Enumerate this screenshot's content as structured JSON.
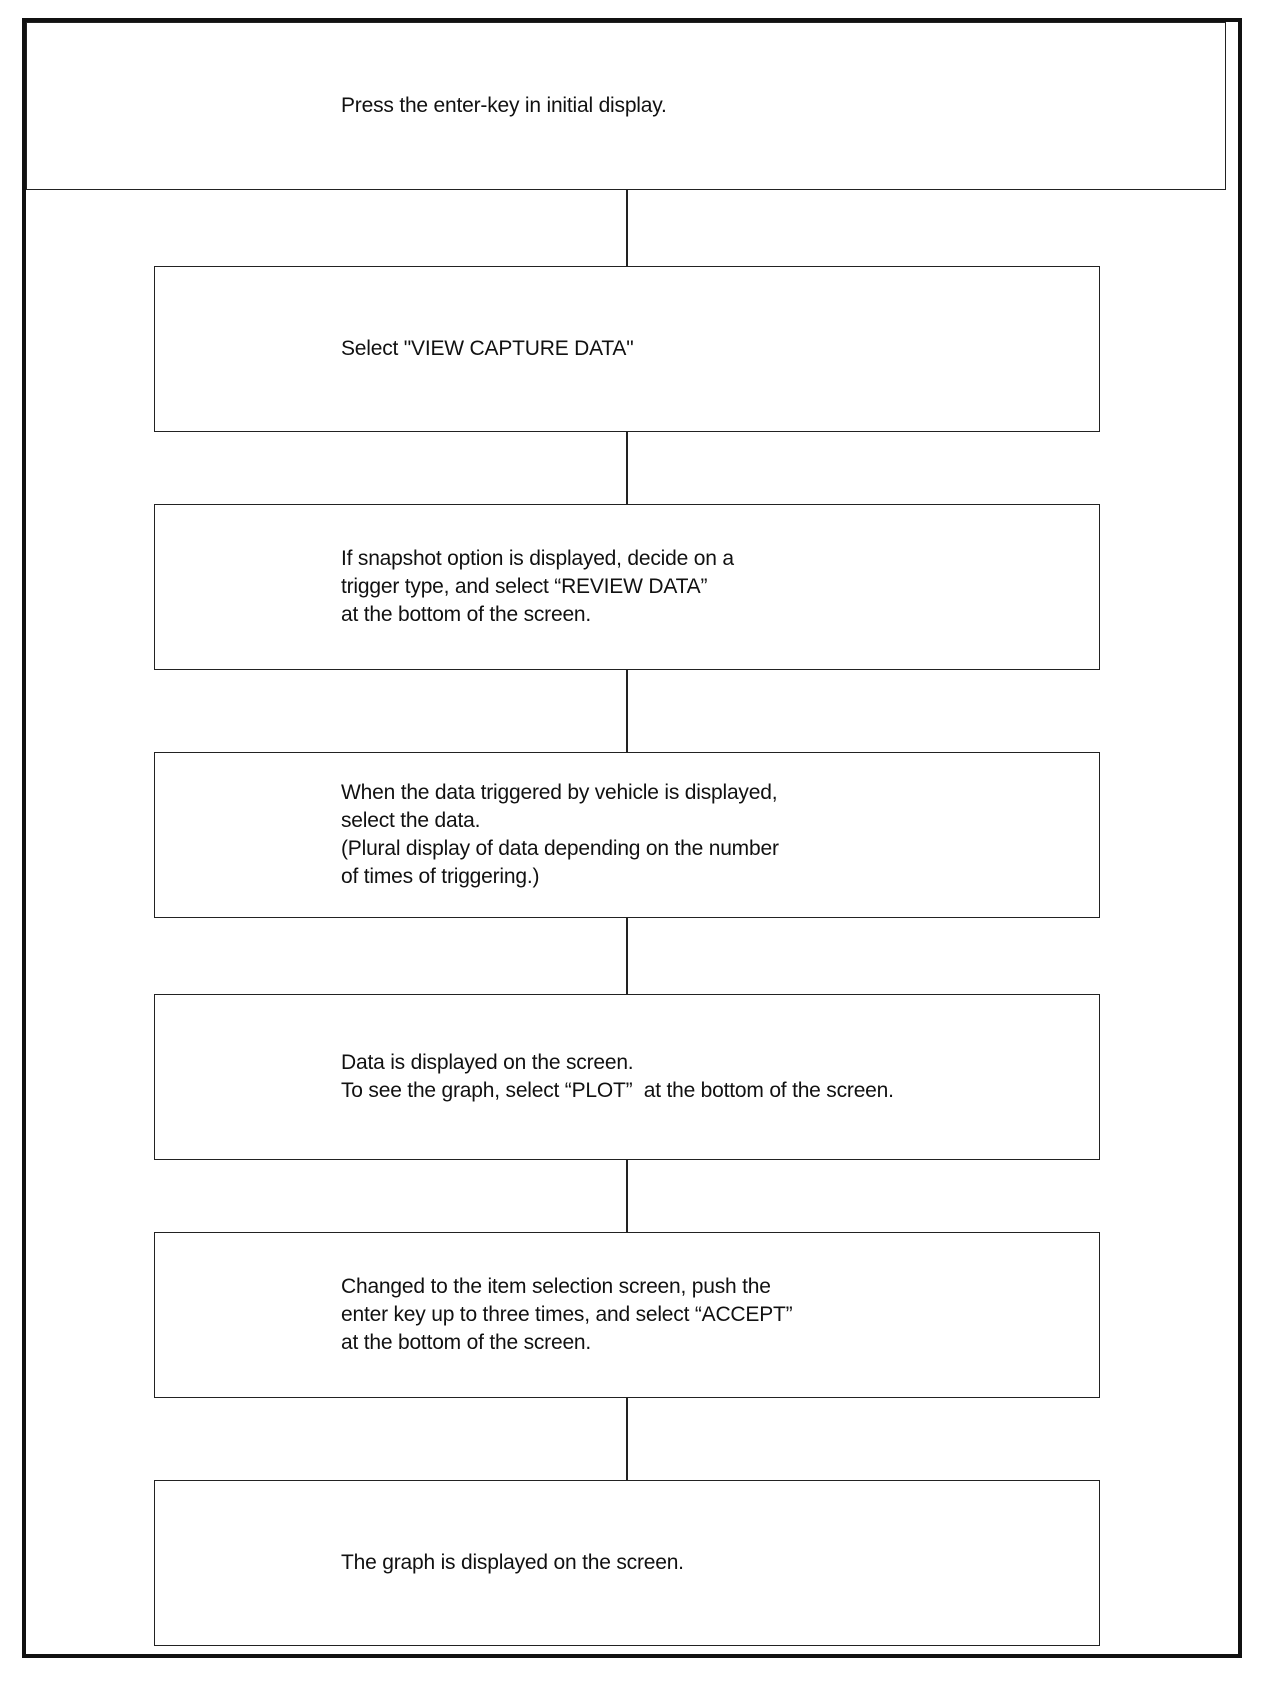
{
  "flowchart": {
    "steps": [
      {
        "lines": [
          "Press the enter-key in initial display."
        ]
      },
      {
        "lines": [
          "Select \"VIEW CAPTURE DATA\""
        ]
      },
      {
        "lines": [
          "If snapshot option is displayed, decide on a",
          "trigger type, and select “REVIEW DATA”",
          "at the bottom of the screen."
        ]
      },
      {
        "lines": [
          "When the data triggered by vehicle is displayed,",
          "select the data.",
          "(Plural display of data depending on the number",
          "of times of triggering.)"
        ]
      },
      {
        "lines": [
          "Data is displayed on the screen.",
          "To see the graph, select “PLOT”  at the bottom of the screen."
        ]
      },
      {
        "lines": [
          "Changed to the item selection screen, push the",
          "enter key up to three times, and select “ACCEPT”",
          "at the bottom of the screen."
        ]
      },
      {
        "lines": [
          "The graph is displayed on the screen."
        ]
      }
    ]
  }
}
